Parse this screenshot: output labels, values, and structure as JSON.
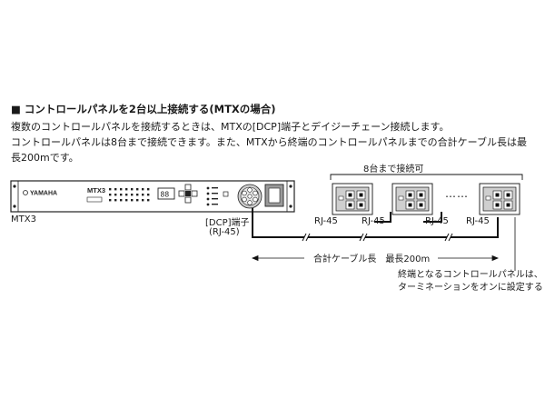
{
  "heading": "■ コントロールパネルを2台以上接続する(MTXの場合)",
  "paragraph": {
    "line1": "複数のコントロールパネルを接続するときは、MTXの[DCP]端子とデイジーチェーン接続します。",
    "line2": "コントロールパネルは8台まで接続できます。また、MTXから終端のコントロールパネルまでの合計ケーブル長は最",
    "line3": "長200mです。"
  },
  "device": {
    "brand": "YAMAHA",
    "model_mark": "MTX3",
    "name_label": "MTX3",
    "display_value": "88"
  },
  "port": {
    "label_line1": "[DCP]端子",
    "label_line2": "(RJ-45)"
  },
  "panels": {
    "range_label": "8台まで接続可",
    "dots": "……",
    "rj45_labels": [
      "RJ-45",
      "RJ-45",
      "RJ-45",
      "RJ-45"
    ]
  },
  "cable": {
    "length_label": "合計ケーブル長　最長200m"
  },
  "note": {
    "line1": "終端となるコントロールパネルは、",
    "line2": "ターミネーションをオンに設定する"
  }
}
